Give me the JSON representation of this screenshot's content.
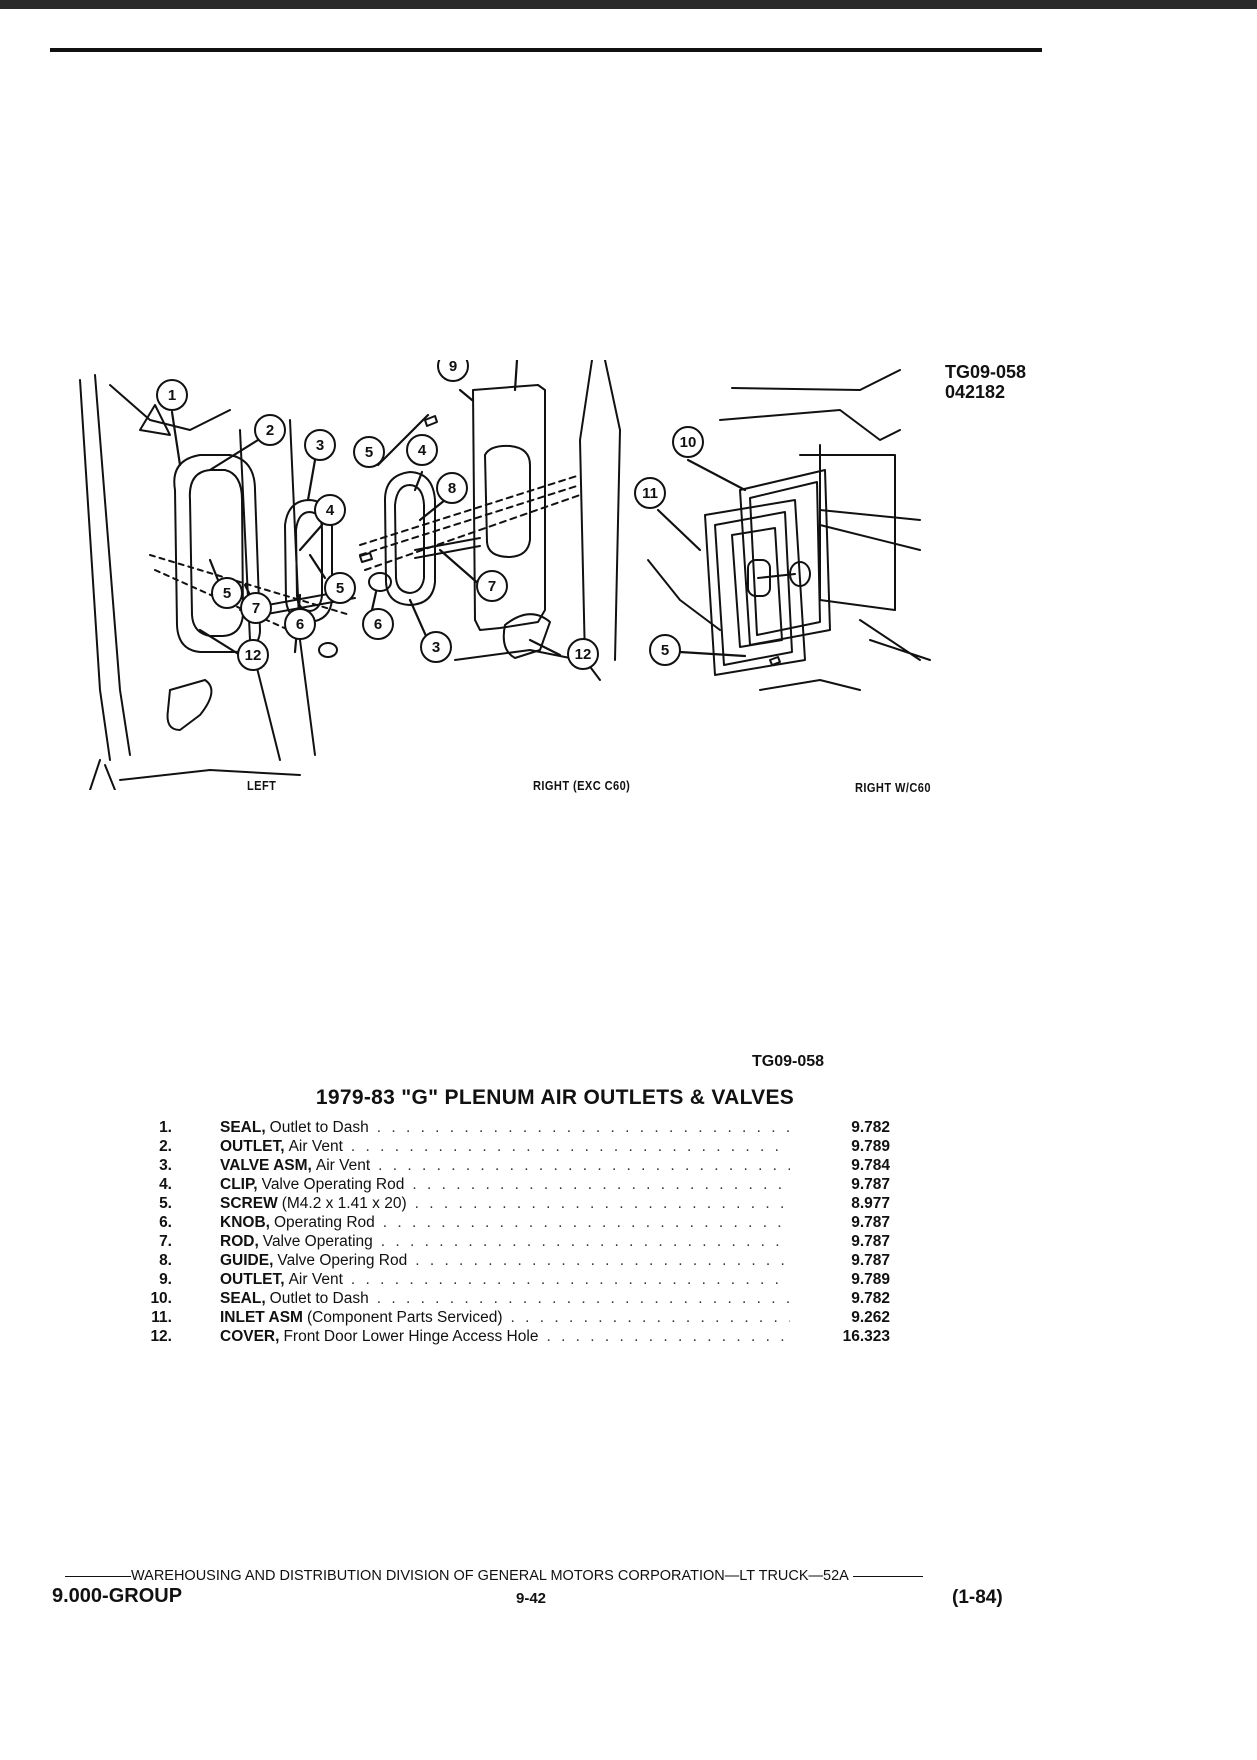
{
  "figure": {
    "code": "TG09-058",
    "date": "042182",
    "view_labels": {
      "left": "LEFT",
      "right_exc": "RIGHT (EXC C60)",
      "right_with": "RIGHT W/C60"
    },
    "callouts": [
      "1",
      "2",
      "3",
      "4",
      "5",
      "5",
      "6",
      "7",
      "12",
      "10",
      "9",
      "5",
      "4",
      "8",
      "7",
      "6",
      "3",
      "12",
      "10",
      "11",
      "5"
    ]
  },
  "parts_list": {
    "figure_code": "TG09-058",
    "title": "1979-83 \"G\" PLENUM AIR OUTLETS & VALVES",
    "items": [
      {
        "num": "1.",
        "name": "SEAL,",
        "desc": "Outlet to Dash",
        "code": "9.782"
      },
      {
        "num": "2.",
        "name": "OUTLET,",
        "desc": "Air Vent",
        "code": "9.789"
      },
      {
        "num": "3.",
        "name": "VALVE ASM,",
        "desc": "Air Vent",
        "code": "9.784"
      },
      {
        "num": "4.",
        "name": "CLIP,",
        "desc": "Valve Operating Rod",
        "code": "9.787"
      },
      {
        "num": "5.",
        "name": "SCREW",
        "desc": "(M4.2 x 1.41 x 20)",
        "code": "8.977"
      },
      {
        "num": "6.",
        "name": "KNOB,",
        "desc": "Operating Rod",
        "code": "9.787"
      },
      {
        "num": "7.",
        "name": "ROD,",
        "desc": "Valve Operating",
        "code": "9.787"
      },
      {
        "num": "8.",
        "name": "GUIDE,",
        "desc": "Valve Opering Rod",
        "code": "9.787"
      },
      {
        "num": "9.",
        "name": "OUTLET,",
        "desc": "Air Vent",
        "code": "9.789"
      },
      {
        "num": "10.",
        "name": "SEAL,",
        "desc": "Outlet to Dash",
        "code": "9.782"
      },
      {
        "num": "11.",
        "name": "INLET ASM",
        "desc": "(Component Parts Serviced)",
        "code": "9.262"
      },
      {
        "num": "12.",
        "name": "COVER,",
        "desc": "Front Door Lower Hinge Access Hole",
        "code": "16.323"
      }
    ]
  },
  "footer": {
    "division": "WAREHOUSING AND DISTRIBUTION  DIVISION OF GENERAL MOTORS CORPORATION—LT TRUCK—52A",
    "group": "9.000-GROUP",
    "page": "9-42",
    "date": "(1-84)"
  }
}
